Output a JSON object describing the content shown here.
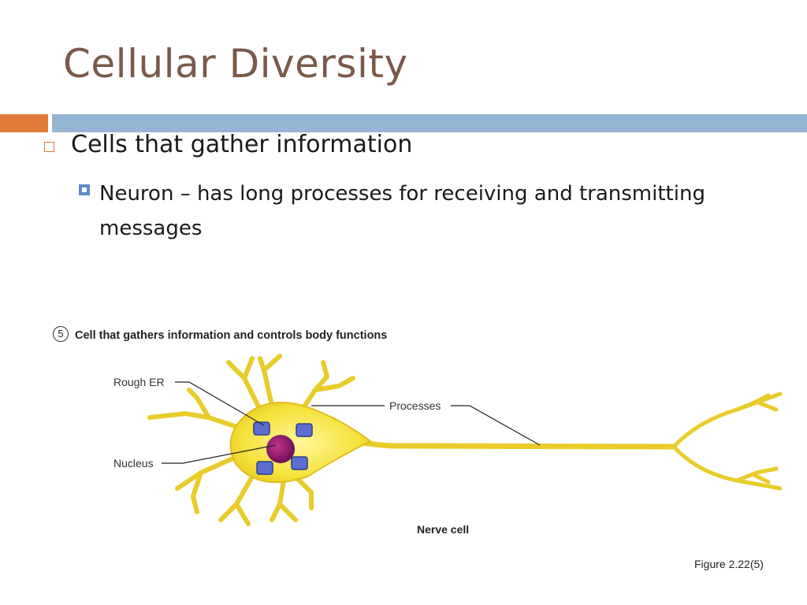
{
  "slide": {
    "title": "Cellular Diversity",
    "bullet_1": "Cells that gather information",
    "bullet_2": "Neuron – has long processes for receiving and transmitting messages"
  },
  "figure": {
    "number": "5",
    "heading": "Cell that gathers information and controls body functions",
    "labels": {
      "rough_er": "Rough ER",
      "nucleus": "Nucleus",
      "processes": "Processes"
    },
    "caption": "Nerve cell",
    "reference": "Figure 2.22(5)"
  },
  "colors": {
    "title": "#7a5a4a",
    "accent_orange": "#e07b39",
    "accent_blue": "#94b6d2",
    "cell_yellow": "#f5e23a",
    "nucleus": "#8a1a6a",
    "rough_er": "#5a6fd0"
  }
}
